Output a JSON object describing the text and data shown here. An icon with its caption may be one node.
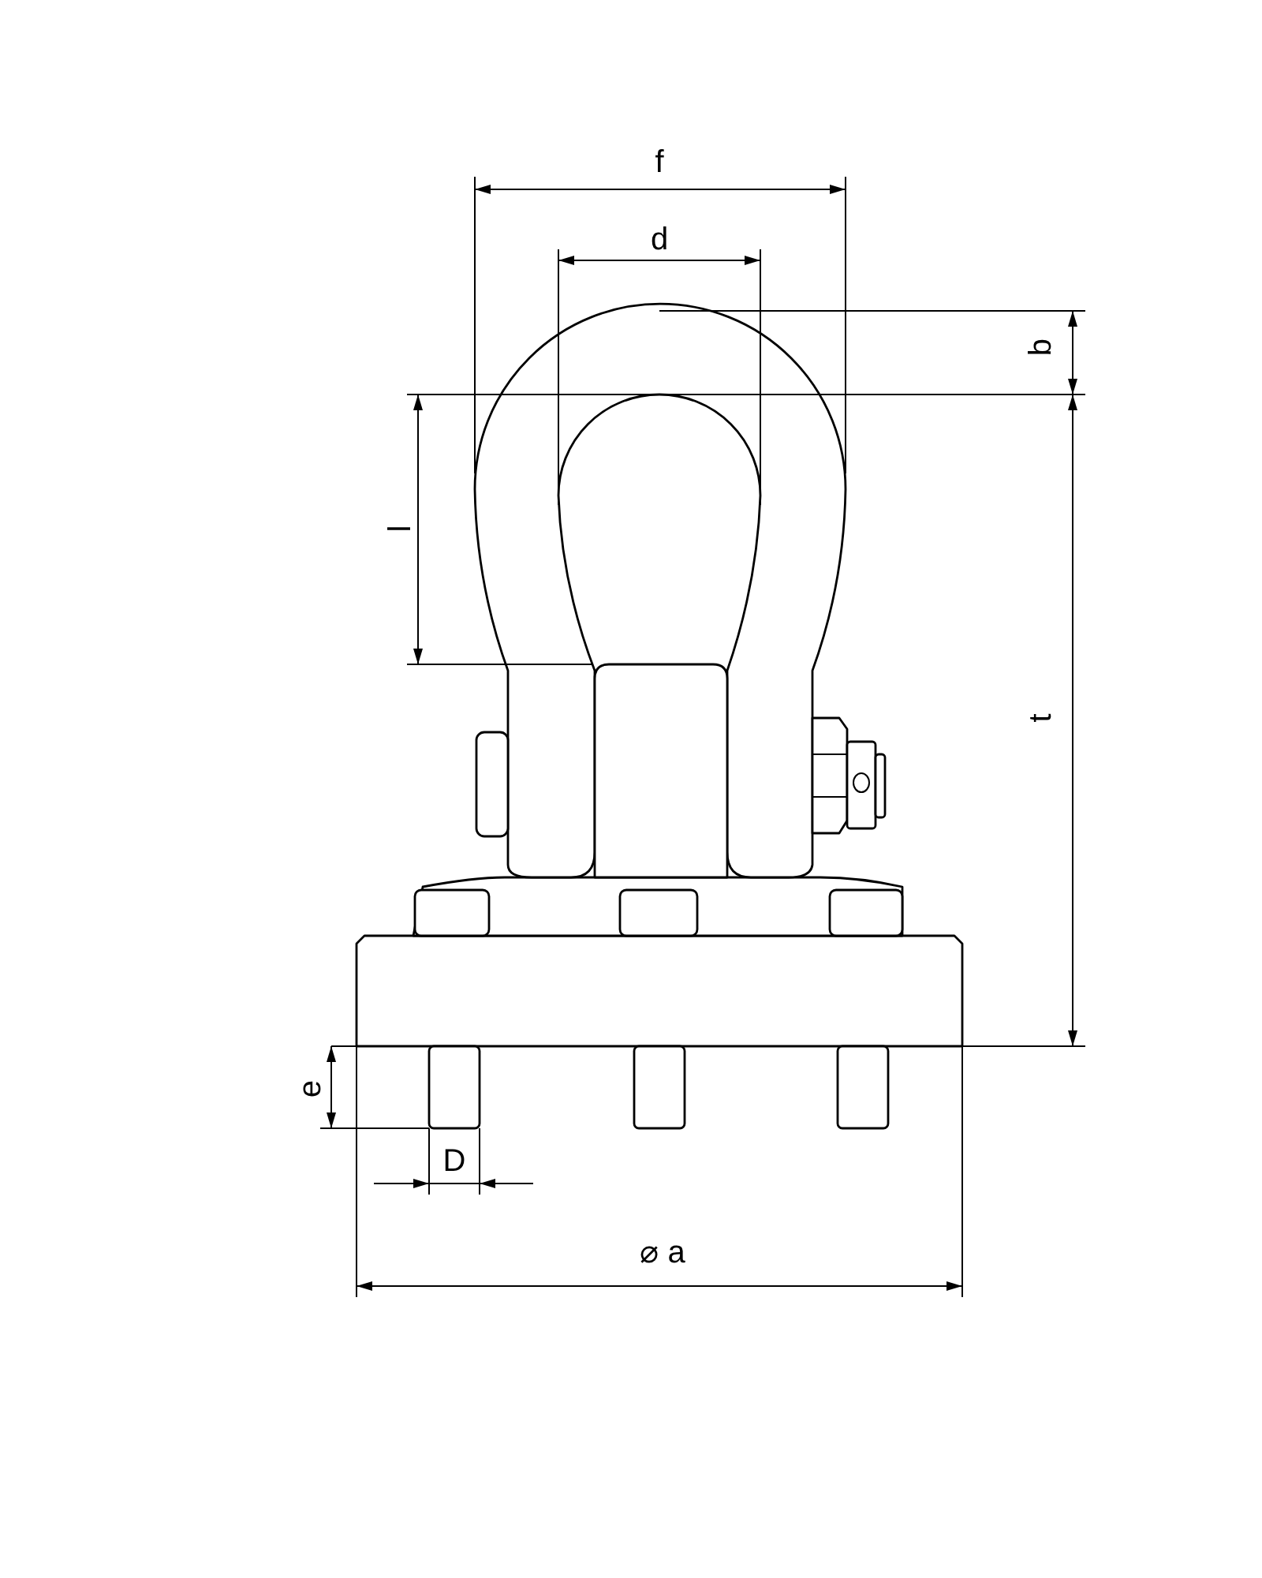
{
  "diagram": {
    "labels": [
      "f",
      "d",
      "b",
      "l",
      "t",
      "e",
      "D",
      "⌀ a"
    ]
  }
}
